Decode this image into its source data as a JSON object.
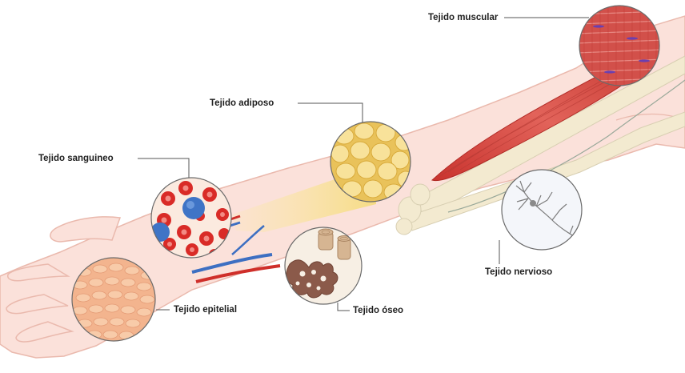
{
  "diagram": {
    "tissues": [
      {
        "key": "muscular",
        "label": "Tejido muscular"
      },
      {
        "key": "adiposo",
        "label": "Tejido adiposo"
      },
      {
        "key": "sanguineo",
        "label": "Tejido sanguineo"
      },
      {
        "key": "nervioso",
        "label": "Tejido nervioso"
      },
      {
        "key": "epitelial",
        "label": "Tejido epitelial"
      },
      {
        "key": "oseo",
        "label": "Tejido óseo"
      }
    ]
  },
  "colors": {
    "skin": "#fbe1da",
    "skin_outline": "#eab9ad",
    "muscle": "#d8483f",
    "bone": "#f3ead0",
    "fat": "#f6dc84",
    "blood_cell": "#d92b27",
    "white_cell": "#3f74c6",
    "nerve": "#8a8a8a",
    "leader_line": "#555555"
  }
}
